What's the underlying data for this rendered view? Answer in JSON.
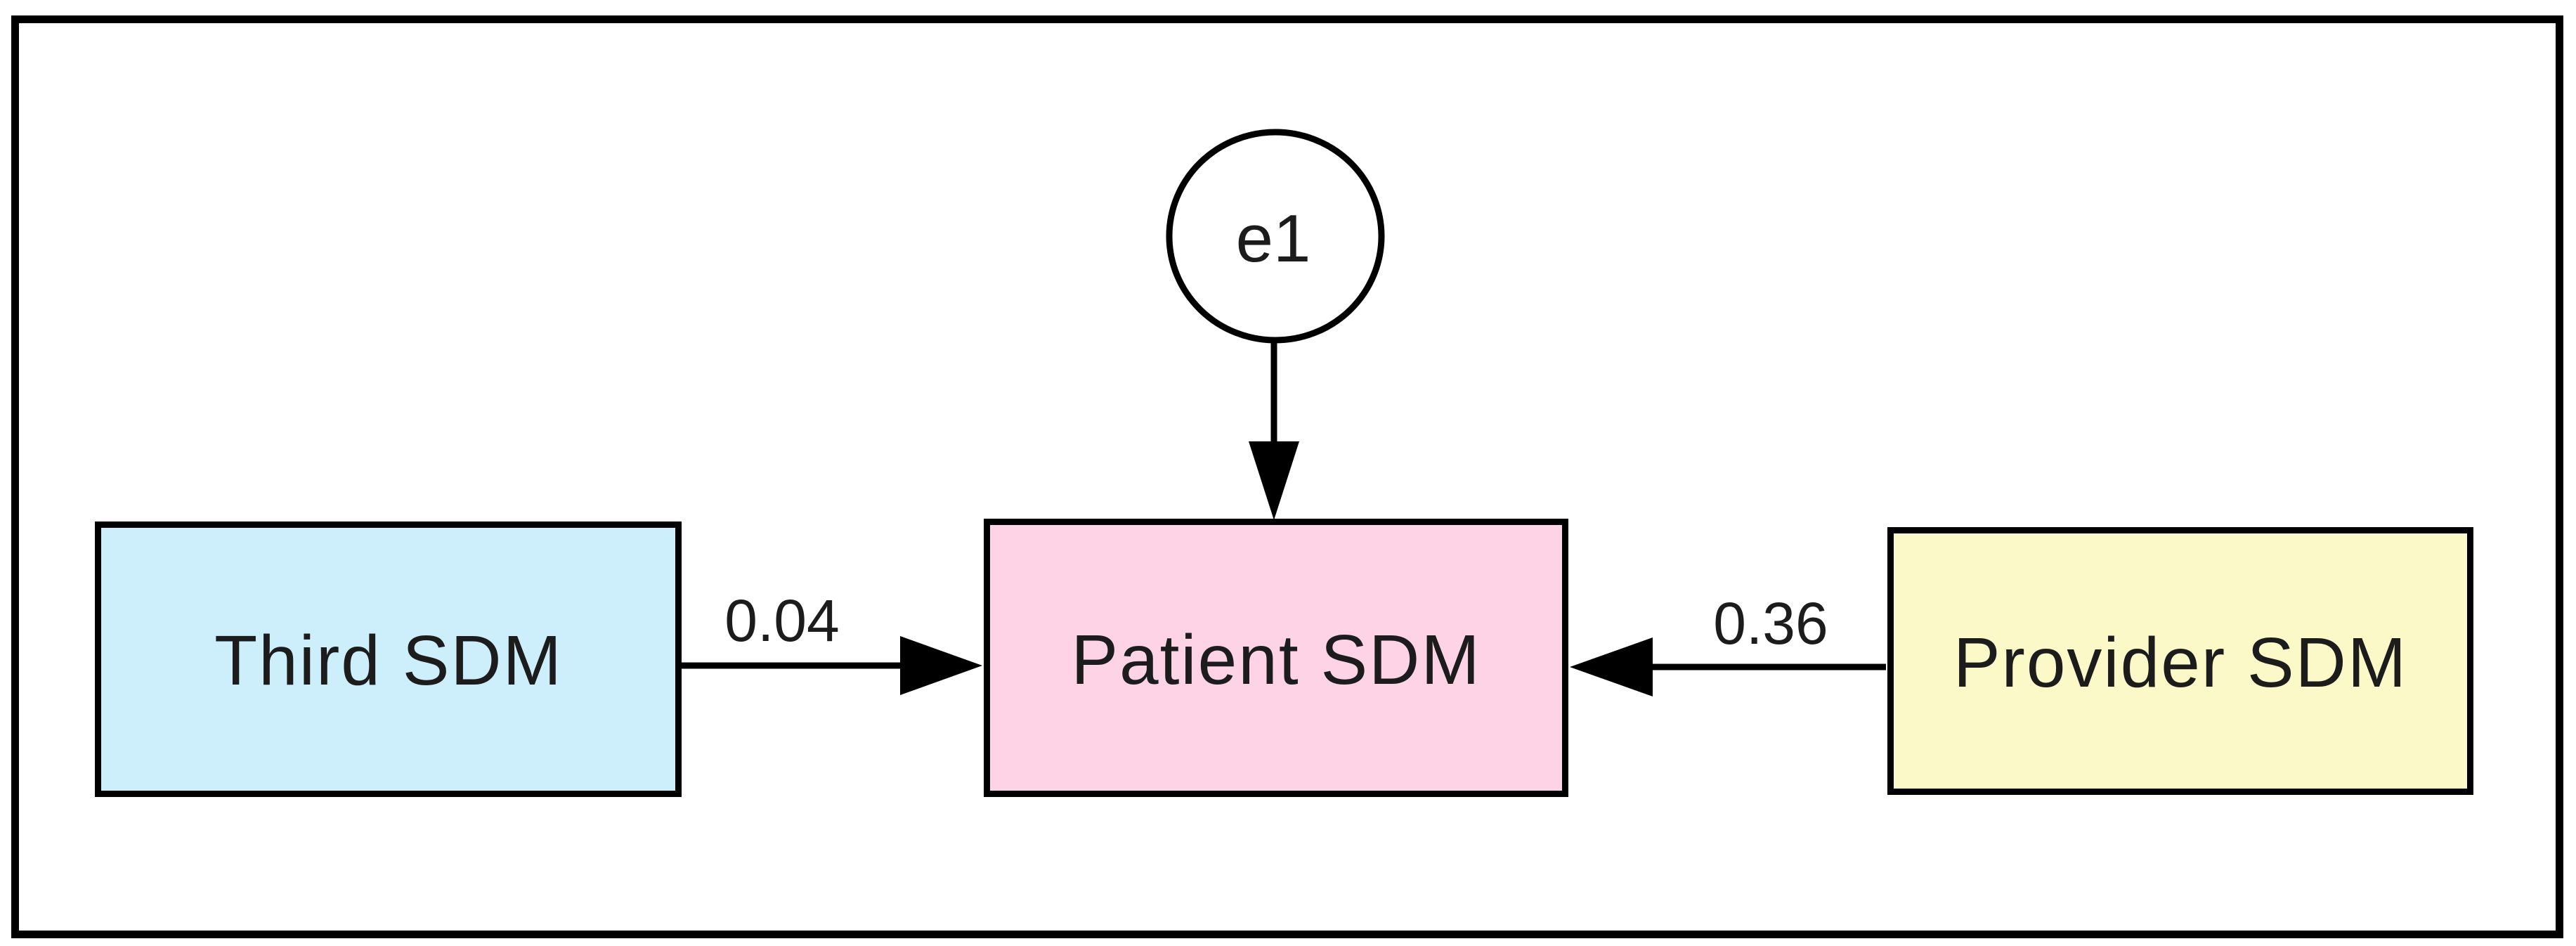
{
  "figure": {
    "type": "sem-path-diagram",
    "description": "Path diagram with error term e1 and predictors Third SDM and Provider SDM pointing to Patient SDM",
    "background_color": "#ffffff",
    "frame_color": "#000000",
    "line_color": "#000000",
    "text_color": "#1c1c1c"
  },
  "nodes": {
    "e1": {
      "label": "e1",
      "shape": "ellipse",
      "fill": "#ffffff"
    },
    "third": {
      "label": "Third SDM",
      "shape": "rect",
      "fill": "#cdeefb"
    },
    "patient": {
      "label": "Patient SDM",
      "shape": "rect",
      "fill": "#fdd3e5"
    },
    "provider": {
      "label": "Provider SDM",
      "shape": "rect",
      "fill": "#fbf9c8"
    }
  },
  "edges": {
    "third_to_patient": {
      "from": "Third SDM",
      "to": "Patient SDM",
      "coefficient": "0.04"
    },
    "provider_to_patient": {
      "from": "Provider SDM",
      "to": "Patient SDM",
      "coefficient": "0.36"
    },
    "e1_to_patient": {
      "from": "e1",
      "to": "Patient SDM",
      "coefficient": ""
    }
  }
}
